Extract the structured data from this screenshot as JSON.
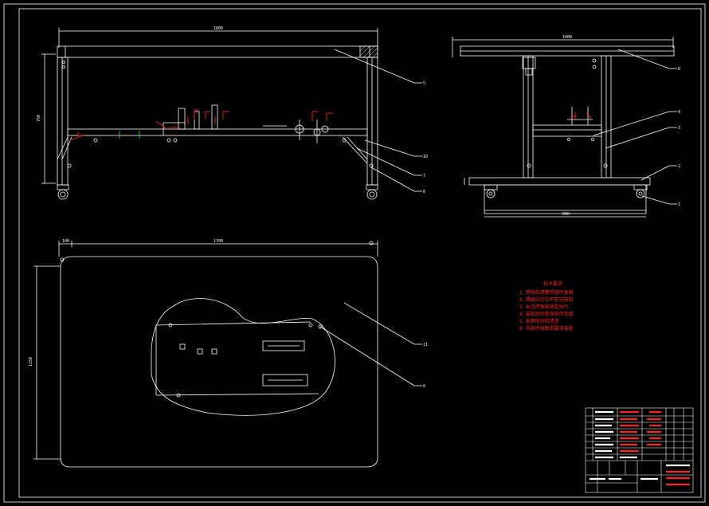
{
  "drawing": {
    "colors": {
      "background": "#000000",
      "line": "#ffffff",
      "note_text": "#ff2020",
      "dimension": "#ffffff",
      "hatch": "#ffffff",
      "green_marks": "#30d030"
    },
    "front_view": {
      "balloons": [
        "5",
        "10",
        "7",
        "6"
      ],
      "dim_top": "1800",
      "dim_left": "750"
    },
    "side_view": {
      "balloons": [
        "8",
        "4",
        "3",
        "2",
        "1"
      ],
      "dim_top": "1000",
      "dim_bottom": "900"
    },
    "plan_view": {
      "balloons": [
        "11",
        "6"
      ],
      "dim_top": "1700",
      "dim_top_small": "100",
      "dim_left": "1150"
    },
    "technical_notes": {
      "title": "技术要求",
      "items": [
        "1. 焊接前清理焊接件表面",
        "2. 焊缝应均匀平整无缺陷",
        "3. 未注焊角按规定执行",
        "4. 装配后检查各部件连接",
        "5. 表面喷涂防锈漆",
        "6. 各部件按图纸要求装配"
      ]
    }
  }
}
